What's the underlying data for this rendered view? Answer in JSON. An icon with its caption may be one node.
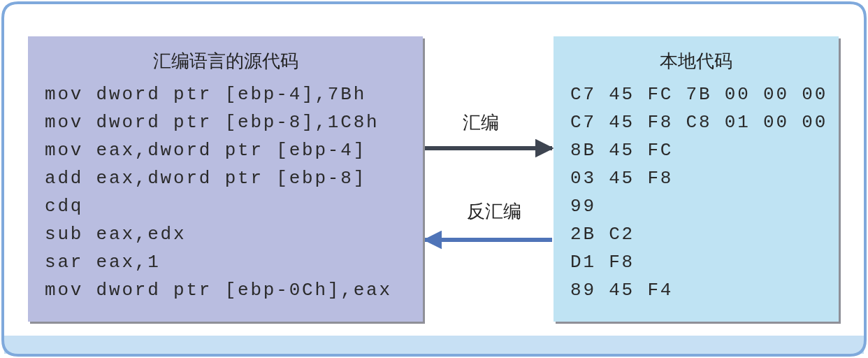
{
  "diagram": {
    "nodes": [
      {
        "text": [
          "汇编语言的源代码",
          "mov dword ptr [ebp-4],7Bh",
          "mov dword ptr [ebp-8],1C8h",
          "mov eax,dword ptr [ebp-4]",
          "add eax,dword ptr [ebp-8]",
          "cdq",
          "sub eax,edx",
          "sar eax,1",
          "mov dword ptr [ebp-0Ch],eax"
        ]
      },
      {
        "text": [
          "本地代码",
          "C7 45 FC 7B 00 00 00",
          "C7 45 F8 C8 01 00 00",
          "8B 45 FC",
          "03 45 F8",
          "99",
          "2B C2",
          "D1 F8",
          "89 45 F4"
        ]
      }
    ],
    "edges": [
      {
        "from": 0,
        "to": 1,
        "arrow": "to",
        "label": "汇编"
      },
      {
        "from": 1,
        "to": 0,
        "arrow": "to",
        "label": "反汇编",
        "color": "#4f74b8"
      }
    ]
  }
}
